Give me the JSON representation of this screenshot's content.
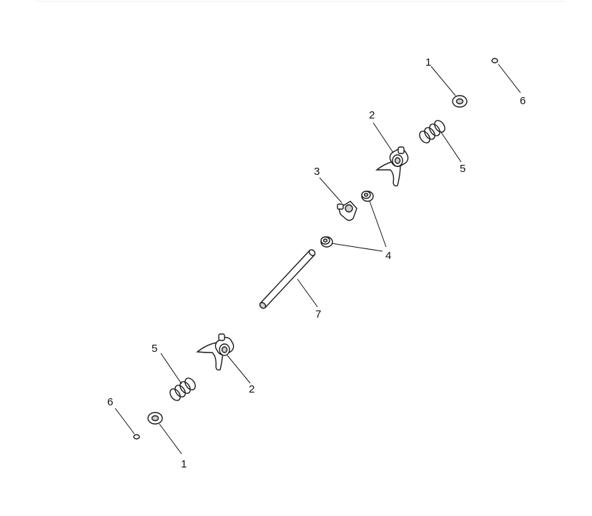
{
  "diagram": {
    "type": "exploded-parts-view",
    "colors": {
      "line": "#1a1a1a",
      "fill": "#ffffff",
      "shade": "#cfcfcf",
      "background": "#ffffff"
    },
    "callouts": [
      {
        "id": "c1a",
        "label": "1"
      },
      {
        "id": "c6a",
        "label": "6"
      },
      {
        "id": "c2a",
        "label": "2"
      },
      {
        "id": "c5a",
        "label": "5"
      },
      {
        "id": "c3",
        "label": "3"
      },
      {
        "id": "c4",
        "label": "4"
      },
      {
        "id": "c7",
        "label": "7"
      },
      {
        "id": "c5b",
        "label": "5"
      },
      {
        "id": "c2b",
        "label": "2"
      },
      {
        "id": "c6b",
        "label": "6"
      },
      {
        "id": "c1b",
        "label": "1"
      }
    ]
  }
}
